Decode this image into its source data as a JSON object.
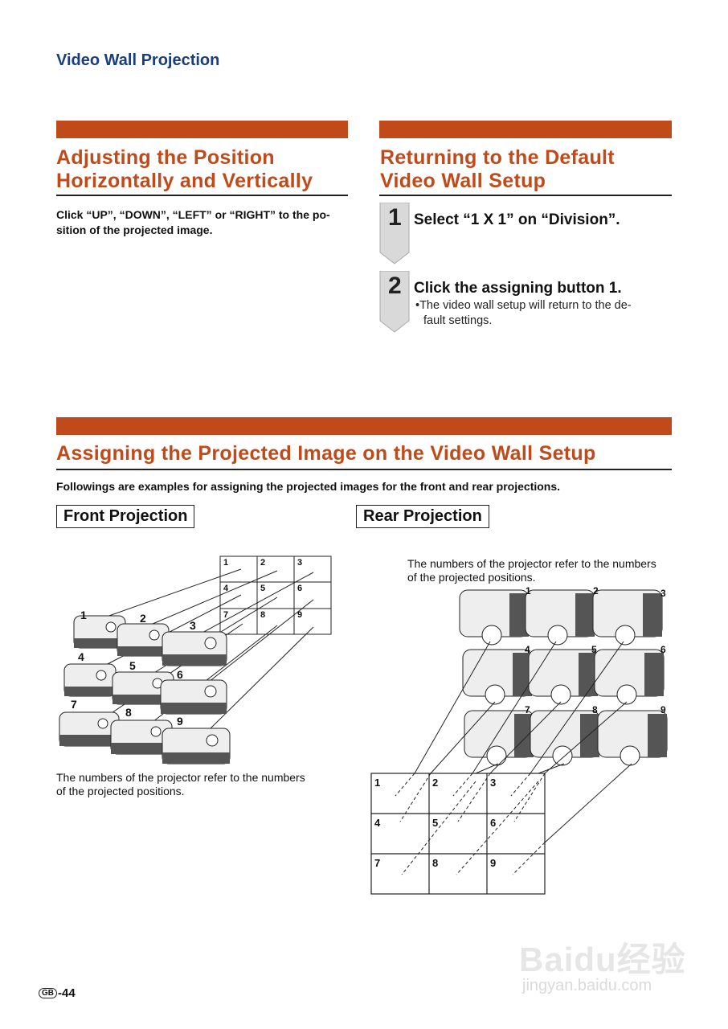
{
  "header": {
    "title": "Video Wall Projection"
  },
  "section_left": {
    "title_line1": "Adjusting the Position",
    "title_line2": "Horizontally and Vertically",
    "body_line1": "Click “UP”, “DOWN”, “LEFT” or “RIGHT” to the po-",
    "body_line2": "sition of the projected image."
  },
  "section_right": {
    "title_line1": "Returning to the Default",
    "title_line2": "Video Wall Setup",
    "steps": [
      {
        "number": "1",
        "title": "Select “1 X 1” on “Division”."
      },
      {
        "number": "2",
        "title": "Click the assigning button 1.",
        "note_line1": "•The video wall setup will return to the de-",
        "note_line2": "fault settings."
      }
    ]
  },
  "section_bottom": {
    "title": "Assigning the Projected Image on the Video Wall Setup",
    "intro": "Followings are examples for assigning the projected images for the front and rear projections.",
    "front_label": "Front Projection",
    "rear_label": "Rear Projection",
    "front_caption_line1": "The numbers of the projector refer to the numbers",
    "front_caption_line2": "of the projected positions.",
    "rear_caption_line1": "The numbers of the projector refer to the numbers",
    "rear_caption_line2": "of the projected positions.",
    "grid_numbers": [
      "1",
      "2",
      "3",
      "4",
      "5",
      "6",
      "7",
      "8",
      "9"
    ]
  },
  "footer": {
    "badge": "GB",
    "page": "-44"
  },
  "watermark": {
    "line1": "Baidu经验",
    "line2": "jingyan.baidu.com"
  },
  "colors": {
    "accent": "#c04a1a",
    "header": "#1a3d7c"
  }
}
